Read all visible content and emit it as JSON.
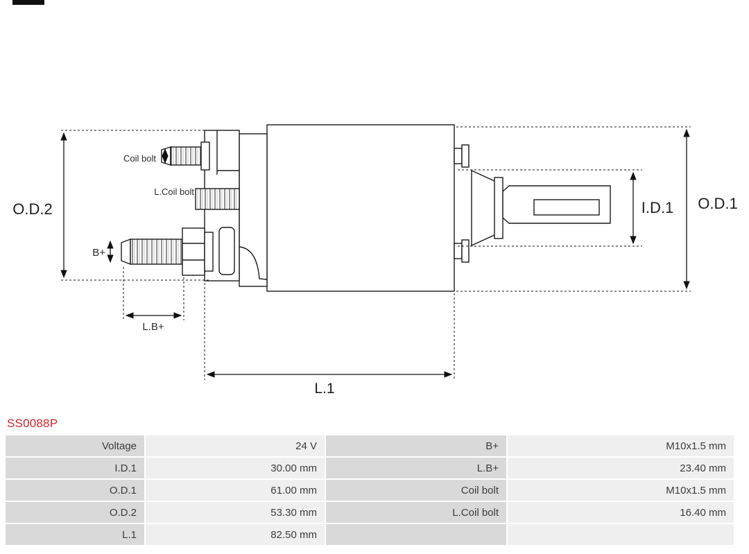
{
  "part_number": "SS0088P",
  "accent_color": "#cc2229",
  "diagram": {
    "labels": {
      "od2": "O.D.2",
      "od1": "O.D.1",
      "id1": "I.D.1",
      "l1": "L.1",
      "lb_plus": "L.B+",
      "b_plus": "B+",
      "coil_bolt": "Coil bolt",
      "l_coil_bolt": "L.Coil bolt"
    }
  },
  "table": {
    "rows": [
      {
        "c0": "Voltage",
        "c1": "24 V",
        "c2": "B+",
        "c3": "M10x1.5 mm"
      },
      {
        "c0": "I.D.1",
        "c1": "30.00 mm",
        "c2": "L.B+",
        "c3": "23.40 mm"
      },
      {
        "c0": "O.D.1",
        "c1": "61.00 mm",
        "c2": "Coil bolt",
        "c3": "M10x1.5 mm"
      },
      {
        "c0": "O.D.2",
        "c1": "53.30 mm",
        "c2": "L.Coil bolt",
        "c3": "16.40 mm"
      },
      {
        "c0": "L.1",
        "c1": "82.50 mm",
        "c2": "",
        "c3": ""
      }
    ]
  }
}
